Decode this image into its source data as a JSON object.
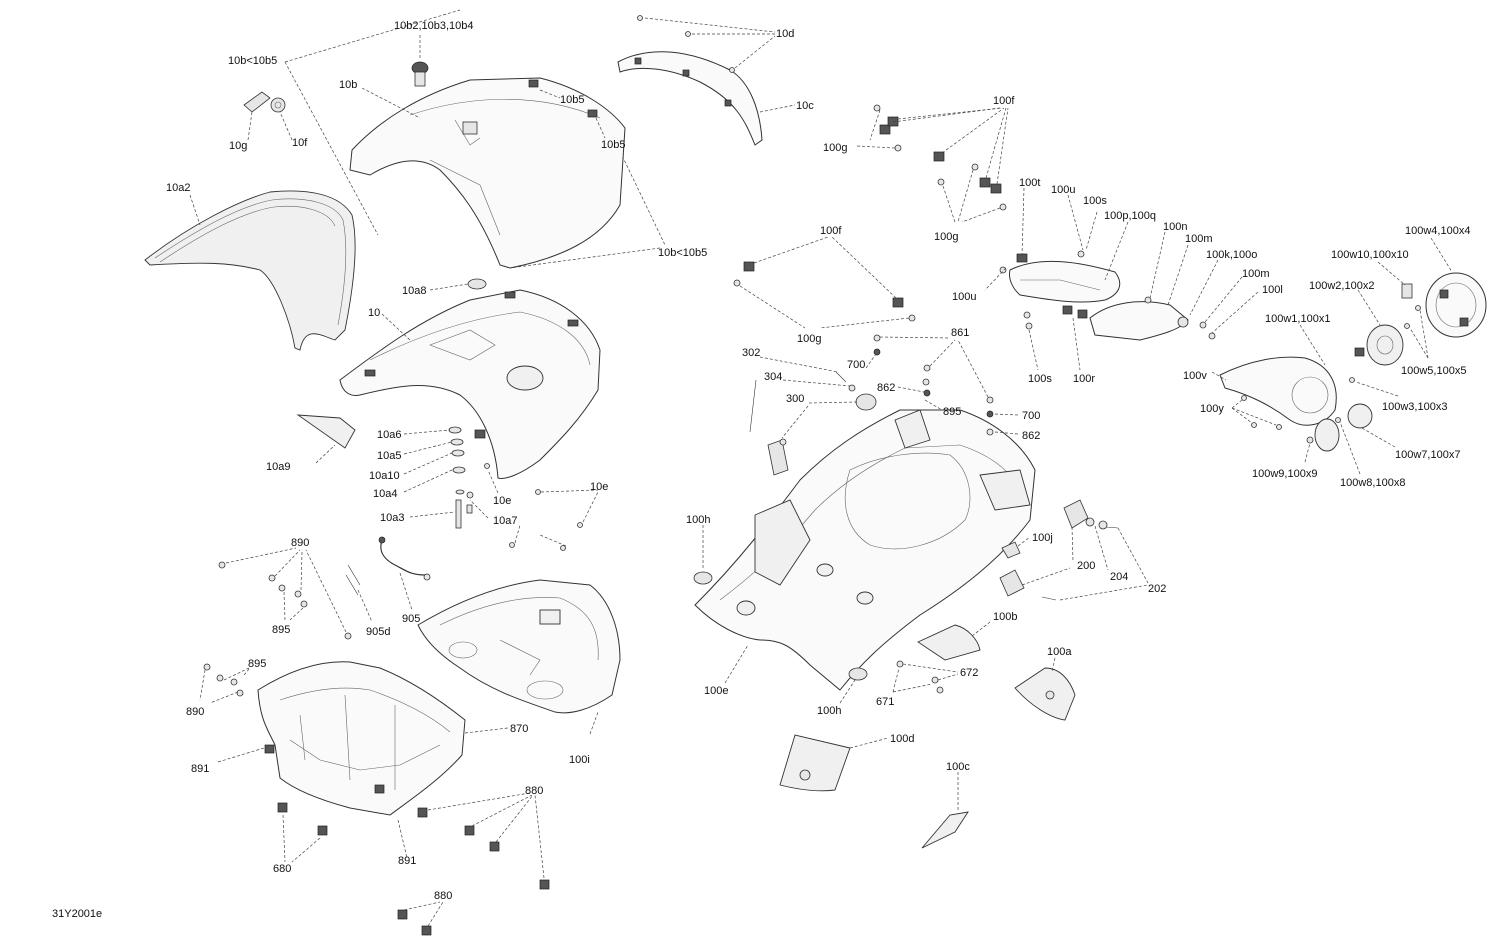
{
  "diagram": {
    "reference_code": "31Y2001e",
    "labels": {
      "l_10b2": "10b2,10b3,10b4",
      "l_10b_range_top": "10b<10b5",
      "l_10b": "10b",
      "l_10b5_a": "10b5",
      "l_10b5_b": "10b5",
      "l_10g": "10g",
      "l_10f": "10f",
      "l_10a2": "10a2",
      "l_10b_range_bottom": "10b<10b5",
      "l_10d": "10d",
      "l_10c": "10c",
      "l_10a8": "10a8",
      "l_10": "10",
      "l_10a9": "10a9",
      "l_10a6": "10a6",
      "l_10a5": "10a5",
      "l_10a10": "10a10",
      "l_10a4": "10a4",
      "l_10e_a": "10e",
      "l_10e_b": "10e",
      "l_10a3": "10a3",
      "l_10a7": "10a7",
      "l_890_a": "890",
      "l_895_a": "895",
      "l_905d": "905d",
      "l_905": "905",
      "l_895_b": "895",
      "l_890_b": "890",
      "l_870": "870",
      "l_891_a": "891",
      "l_100i": "100i",
      "l_880_a": "880",
      "l_891_b": "891",
      "l_680": "680",
      "l_880_b": "880",
      "l_100f_a": "100f",
      "l_100g_a": "100g",
      "l_100t": "100t",
      "l_100u_a": "100u",
      "l_100s_a": "100s",
      "l_100pq": "100p,100q",
      "l_100n": "100n",
      "l_100m_a": "100m",
      "l_100ko": "100k,100o",
      "l_100m_b": "100m",
      "l_100l": "100l",
      "l_100g_b": "100g",
      "l_100u_b": "100u",
      "l_100s_b": "100s",
      "l_100r": "100r",
      "l_100f_b": "100f",
      "l_100g_c": "100g",
      "l_100w4": "100w4,100x4",
      "l_100w10": "100w10,100x10",
      "l_100w2": "100w2,100x2",
      "l_100w1": "100w1,100x1",
      "l_100w5": "100w5,100x5",
      "l_100v": "100v",
      "l_100w3": "100w3,100x3",
      "l_100y": "100y",
      "l_100w7": "100w7,100x7",
      "l_100w9": "100w9,100x9",
      "l_100w8": "100w8,100x8",
      "l_302": "302",
      "l_304": "304",
      "l_300": "300",
      "l_861": "861",
      "l_700_a": "700",
      "l_862_a": "862",
      "l_895_c": "895",
      "l_700_b": "700",
      "l_862_b": "862",
      "l_100h_a": "100h",
      "l_100j": "100j",
      "l_200": "200",
      "l_204": "204",
      "l_202": "202",
      "l_100e": "100e",
      "l_100b": "100b",
      "l_100a": "100a",
      "l_672": "672",
      "l_671": "671",
      "l_100h_b": "100h",
      "l_100d": "100d",
      "l_100c": "100c"
    }
  }
}
